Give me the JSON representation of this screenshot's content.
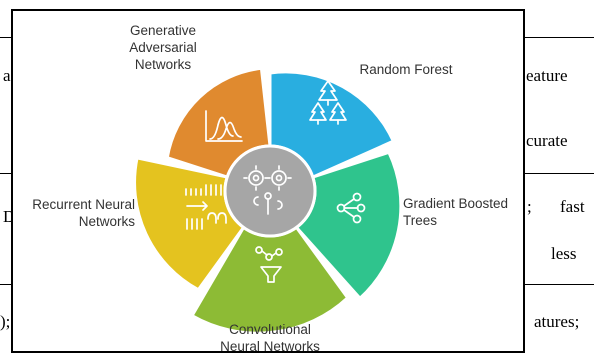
{
  "background_document": {
    "fragments": [
      {
        "id": "frag-a1",
        "text": "a"
      },
      {
        "id": "frag-eature",
        "text": "eature"
      },
      {
        "id": "frag-curate",
        "text": "curate"
      },
      {
        "id": "frag-semicolon",
        "text": ";"
      },
      {
        "id": "frag-fast",
        "text": "fast"
      },
      {
        "id": "frag-d",
        "text": "D"
      },
      {
        "id": "frag-less",
        "text": "less"
      },
      {
        "id": "frag-paren",
        "text": ");"
      },
      {
        "id": "frag-atures",
        "text": "atures;"
      }
    ]
  },
  "diagram": {
    "segments": [
      {
        "key": "random-forest",
        "label": "Random Forest",
        "color": "#29aee0",
        "icon": "trees-icon"
      },
      {
        "key": "gradient-boosted-trees",
        "label": "Gradient Boosted\nTrees",
        "color": "#2fc48d",
        "icon": "tree-network-icon"
      },
      {
        "key": "convolutional-neural-networks",
        "label": "Convolutional\nNeural Networks",
        "color": "#8dbb35",
        "icon": "funnel-network-icon"
      },
      {
        "key": "recurrent-neural-networks",
        "label": "Recurrent Neural\nNetworks",
        "color": "#e4c31f",
        "icon": "signal-arrow-icon"
      },
      {
        "key": "generative-adversarial-networks",
        "label": "Generative\nAdversarial\nNetworks",
        "color": "#e08a2f",
        "icon": "distribution-chart-icon"
      }
    ],
    "center": {
      "color": "#a6a6a6",
      "icon": "gears-network-icon"
    }
  }
}
